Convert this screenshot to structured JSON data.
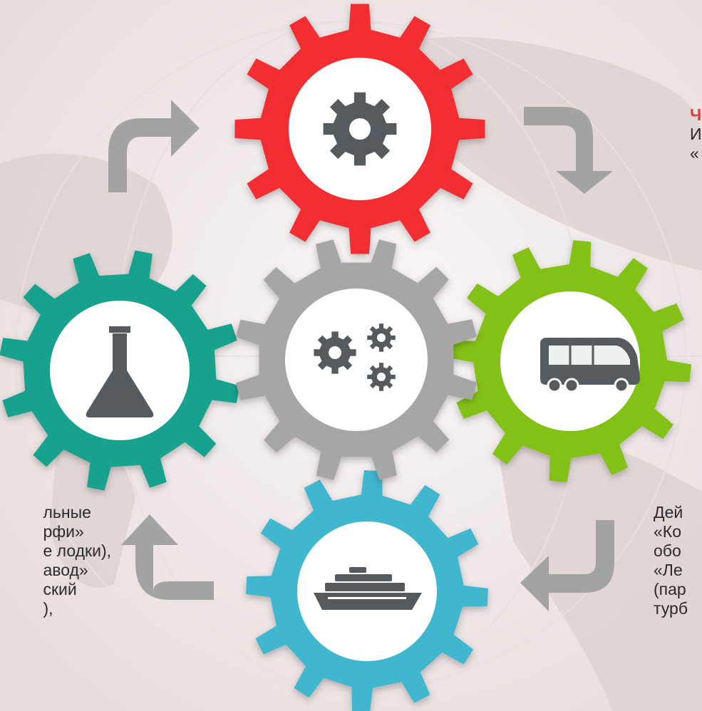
{
  "colors": {
    "red_gear": "#f22f33",
    "green_gear": "#84c113",
    "blue_gear": "#3fb7cf",
    "teal_gear": "#14a28d",
    "gray_gear": "#a6a6a6",
    "icon": "#555a5e",
    "arrow": "#a3a3a3",
    "accent_text": "#e53935"
  },
  "gears": [
    {
      "name": "gear-top",
      "color": "red",
      "icon": "gear-icon"
    },
    {
      "name": "gear-right",
      "color": "green",
      "icon": "bus-icon"
    },
    {
      "name": "gear-bottom",
      "color": "blue",
      "icon": "cruise-ship-icon"
    },
    {
      "name": "gear-left",
      "color": "teal",
      "icon": "flask-icon"
    },
    {
      "name": "gear-center",
      "color": "gray",
      "icon": "three-gears-icon"
    }
  ],
  "texts": {
    "top_right": {
      "line1": "Ч",
      "line2": "И",
      "line3": "«"
    },
    "left": {
      "lines": [
        "льные",
        "рфи»",
        "е лодки),",
        "авод»",
        "ский",
        "),",
        ""
      ]
    },
    "right": {
      "lines": [
        "Дей",
        "«Ко",
        "обо",
        "«Ле",
        "(пар",
        "турб"
      ]
    }
  }
}
